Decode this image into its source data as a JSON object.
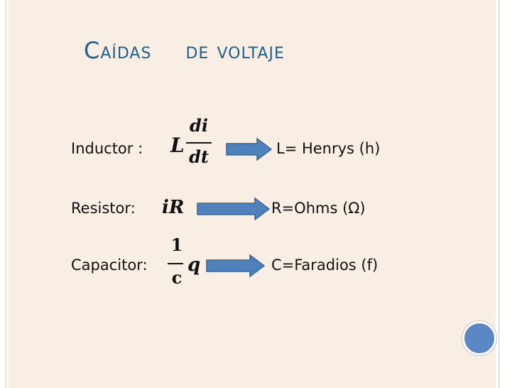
{
  "slide": {
    "title_part1": "Caídas",
    "title_part2": "de voltaje"
  },
  "rows": [
    {
      "label": "Inductor :",
      "formula": {
        "left": "L",
        "numerator": "di",
        "denominator": "dt"
      },
      "unit": "L= Henrys (h)"
    },
    {
      "label": "Resistor:",
      "formula": {
        "text": "iR"
      },
      "unit": "R=Ohms (Ω)"
    },
    {
      "label": "Capacitor:",
      "formula": {
        "numerator": "1",
        "denominator": "c",
        "right": "q"
      },
      "unit": "C=Faradios (f)"
    }
  ],
  "colors": {
    "title": "#1f5f8a",
    "arrow_fill": "#4f81bd",
    "arrow_stroke": "#3a6595",
    "panel_bg": "#f9eee3",
    "dot": "#5b88c5"
  }
}
